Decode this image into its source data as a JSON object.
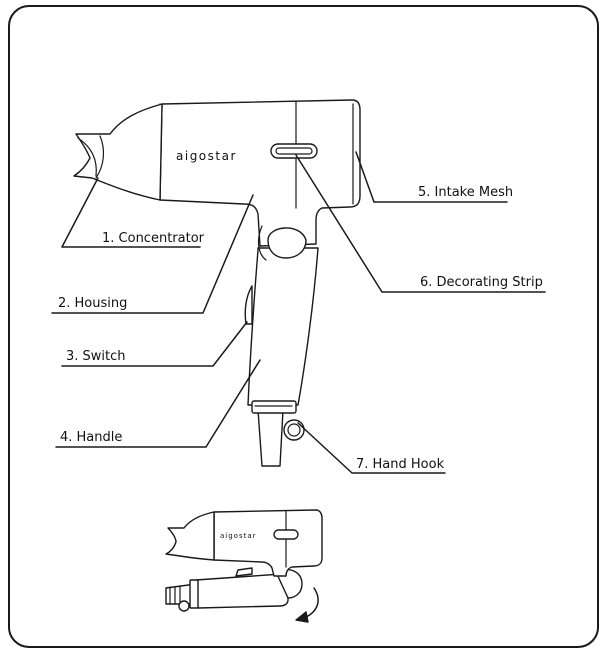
{
  "brand": "aigostar",
  "labels": {
    "concentrator": "1. Concentrator",
    "housing": "2. Housing",
    "switch": "3. Switch",
    "handle": "4. Handle",
    "intake_mesh": "5. Intake Mesh",
    "decorating_strip": "6. Decorating Strip",
    "hand_hook": "7. Hand Hook"
  },
  "colors": {
    "line": "#1a1a1a",
    "background": "#ffffff"
  },
  "icons": {
    "fold_arrow": "curved-arrow-down-icon"
  }
}
